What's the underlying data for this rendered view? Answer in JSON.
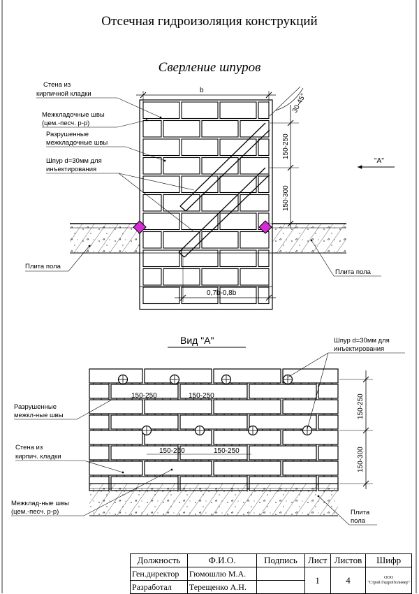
{
  "drawing": {
    "title": "Отсечная гидроизоляция конструкций",
    "subtitle": "Сверление шпуров"
  },
  "section_view": {
    "labels": {
      "wall": [
        "Стена из",
        "кирпичной кладки"
      ],
      "mortar": [
        "Межкладочные швы",
        "(цем.-песч. р-р)"
      ],
      "destroyed": [
        "Разрушенные",
        "межкладочные швы"
      ],
      "hole": [
        "Шпур d=30мм для",
        "инъектирования"
      ],
      "slab_left": "Плита пола",
      "slab_right": "Плита пола"
    },
    "dims": {
      "width": "b",
      "angle": "30-45°",
      "upper": "150-250",
      "lower": "150-300",
      "depth": "0,7b-0,8b"
    },
    "view_arrow": "\"А\""
  },
  "front_view": {
    "title": "Вид \"А\"",
    "labels": {
      "hole": [
        "Шпур d=30мм для",
        "инъектирования"
      ],
      "destroyed": [
        "Разрушенные",
        "межкл-ные швы"
      ],
      "wall": [
        "Стена из",
        "кирпич. кладки"
      ],
      "mortar": [
        "Межклад-ные швы",
        "(цем.-песч. р-р)"
      ],
      "slab": [
        "Плита",
        "пола"
      ]
    },
    "dims": {
      "top_spacing_1": "150-250",
      "top_spacing_2": "150-250",
      "low_spacing_1": "150-250",
      "low_spacing_2": "150-250",
      "vert_upper": "150-250",
      "vert_lower": "150-300"
    }
  },
  "title_block": {
    "headers": [
      "Должность",
      "Ф.И.О.",
      "Подпись",
      "Лист",
      "Листов",
      "Шифр"
    ],
    "row1": {
      "position": "Ген.директор",
      "name": "Гюмошлю М.А."
    },
    "row2": {
      "position": "Разработал",
      "name": "Терещенко А.Н."
    },
    "sheet": "1",
    "sheets": "4",
    "company": [
      "ООО",
      "\"Строй ГидроПолимер\""
    ]
  }
}
